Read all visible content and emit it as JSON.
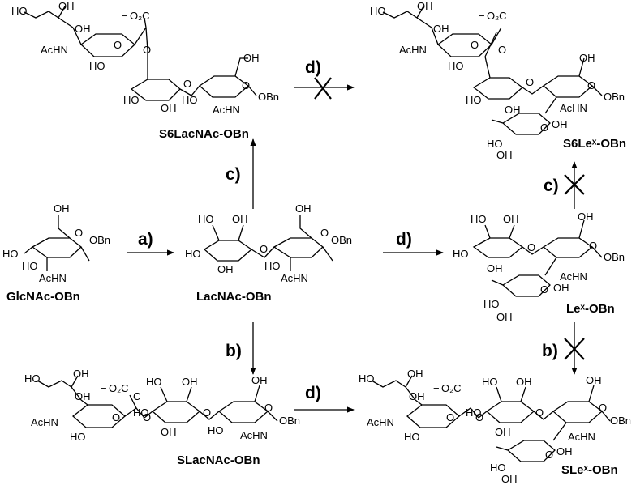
{
  "compounds": {
    "glcnac": "GlcNAc-OBn",
    "lacnac": "LacNAc-OBn",
    "s6lacnac": "S6LacNAc-OBn",
    "slacnac": "SLacNAc-OBn",
    "lex": "Leˣ-OBn",
    "s6lex": "S6Leˣ-OBn",
    "slex": "SLeˣ-OBn"
  },
  "steps": {
    "a": "a)",
    "b_down": "b)",
    "c_up": "c)",
    "d_lac": "d)",
    "d_s6": "d)",
    "c_blocked": "c)",
    "b_blocked": "b)",
    "d_slac": "d)"
  },
  "blocked_reactions": [
    "S6LacNAc-OBn to S6Lex-OBn",
    "Lex-OBn to S6Lex-OBn",
    "Lex-OBn to SLex-OBn"
  ],
  "atoms": {
    "ho": "HO",
    "oh": "OH",
    "achn": "AcHN",
    "obn": "OBn",
    "o": "O",
    "co2": "O₂C",
    "minus": "−",
    "c": "C"
  }
}
